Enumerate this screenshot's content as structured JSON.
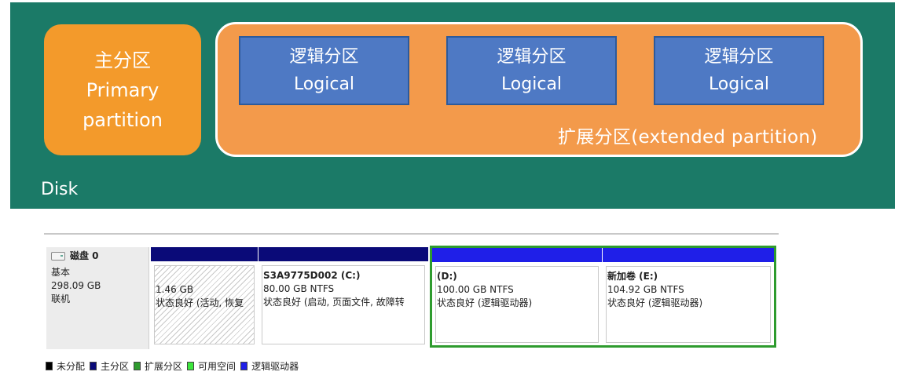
{
  "diagram": {
    "disk_label": "Disk",
    "primary": {
      "line1": "主分区",
      "line2": "Primary",
      "line3": "partition"
    },
    "logical": [
      {
        "line1": "逻辑分区",
        "line2": "Logical"
      },
      {
        "line1": "逻辑分区",
        "line2": "Logical"
      },
      {
        "line1": "逻辑分区",
        "line2": "Logical"
      }
    ],
    "extended_label": "扩展分区(extended  partition)",
    "colors": {
      "disk_bg": "#1b7a67",
      "primary": "#f39a2b",
      "extended": "#f39a4b",
      "logical": "#4e79c4"
    }
  },
  "disk_management": {
    "disk": {
      "name": "磁盘 0",
      "type": "基本",
      "size": "298.09 GB",
      "status": "联机",
      "icon": "disk-icon"
    },
    "partitions": [
      {
        "name": "",
        "size": "1.46 GB",
        "status": "状态良好 (活动, 恢复",
        "bar_color": "#0a0a78"
      },
      {
        "name": "S3A9775D002  (C:)",
        "size": "80.00 GB NTFS",
        "status": "状态良好 (启动, 页面文件, 故障转",
        "bar_color": "#0a0a78"
      },
      {
        "name": "(D:)",
        "size": "100.00 GB NTFS",
        "status": "状态良好 (逻辑驱动器)",
        "bar_color": "#1f1fe8"
      },
      {
        "name": "新加卷  (E:)",
        "size": "104.92 GB NTFS",
        "status": "状态良好 (逻辑驱动器)",
        "bar_color": "#1f1fe8"
      }
    ],
    "legend": [
      {
        "label": "未分配",
        "color": "#000000"
      },
      {
        "label": "主分区",
        "color": "#0a0a78"
      },
      {
        "label": "扩展分区",
        "color": "#2e9b2e"
      },
      {
        "label": "可用空间",
        "color": "#3ce63c"
      },
      {
        "label": "逻辑驱动器",
        "color": "#1f1fe8"
      }
    ]
  }
}
